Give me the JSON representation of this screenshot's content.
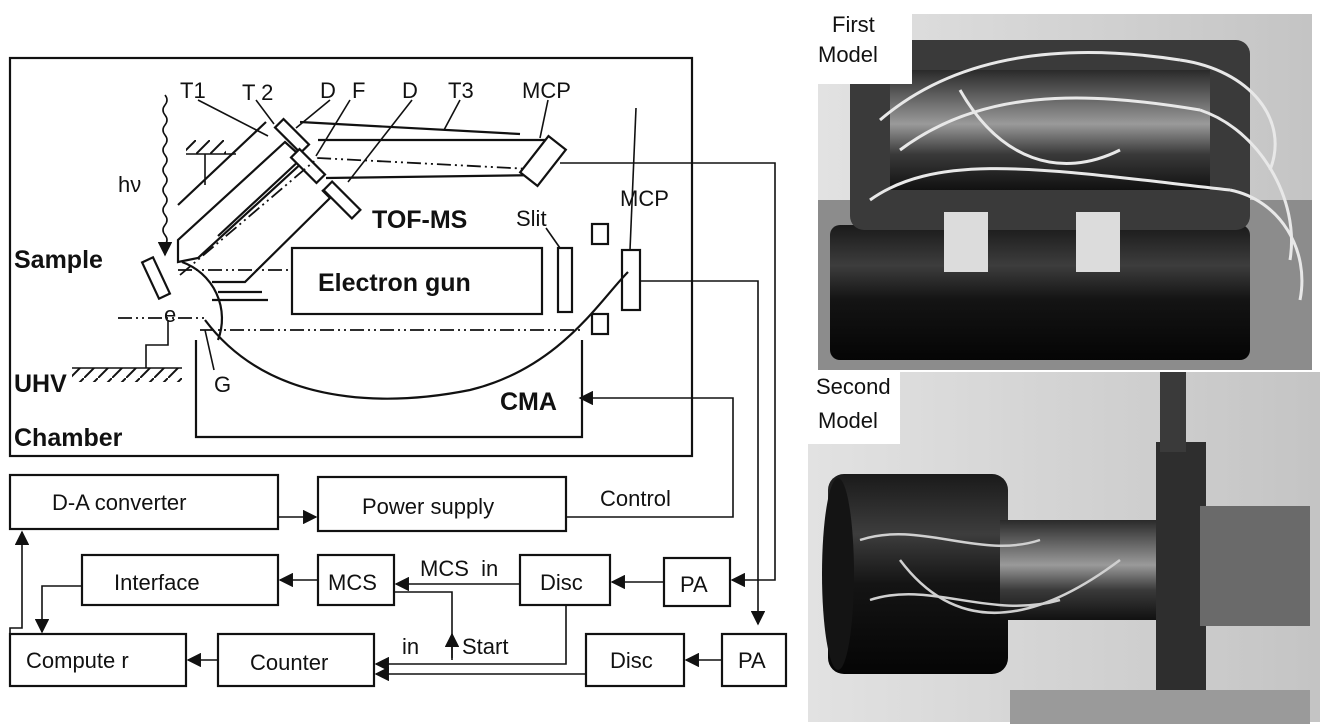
{
  "diagram": {
    "chamber": {
      "labels": {
        "t1": "T1",
        "t2": "T 2",
        "d1": "D",
        "f": "F",
        "d2": "D",
        "t3": "T3",
        "mcp_top": "MCP",
        "hv": "hν",
        "tofms": "TOF-MS",
        "slit": "Slit",
        "mcp_right": "MCP",
        "sample": "Sample",
        "electron_gun": "Electron gun",
        "e": "e",
        "uhv": "UHV",
        "g": "G",
        "cma": "CMA",
        "chamber": "Chamber"
      }
    },
    "blocks": {
      "da_converter": "D-A converter",
      "power_supply": "Power supply",
      "interface": "Interface",
      "mcs": "MCS",
      "disc_top": "Disc",
      "pa_top": "PA",
      "computer": "Compute r",
      "counter": "Counter",
      "disc_bottom": "Disc",
      "pa_bottom": "PA"
    },
    "signals": {
      "control": "Control",
      "mcs_in": "MCS  in",
      "in": "in",
      "start": "Start"
    }
  },
  "photos": {
    "first": {
      "caption": [
        "First",
        "Model"
      ]
    },
    "second": {
      "caption": [
        "Second",
        "Model"
      ]
    }
  }
}
